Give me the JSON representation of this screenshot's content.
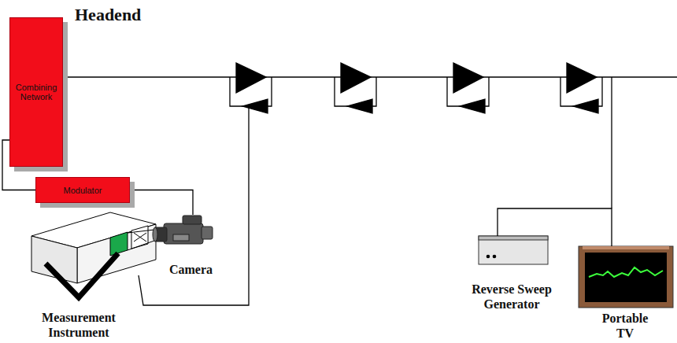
{
  "diagram": {
    "title": "Headend",
    "nodes": [
      {
        "text": [
          "Combining Network"
        ]
      },
      {
        "text": [
          "Modulator"
        ]
      },
      {
        "text": [
          "Camera"
        ]
      },
      {
        "text": [
          "Measurement Instrument"
        ]
      },
      {
        "text": [
          "Reverse Sweep Generator"
        ]
      },
      {
        "text": [
          "Portable TV"
        ]
      }
    ],
    "edges": [
      {
        "from": 1,
        "to": 0,
        "arrow": "none"
      },
      {
        "from": 1,
        "to": 2,
        "arrow": "none"
      },
      {
        "from": 4,
        "to": 5,
        "arrow": "none"
      }
    ]
  }
}
